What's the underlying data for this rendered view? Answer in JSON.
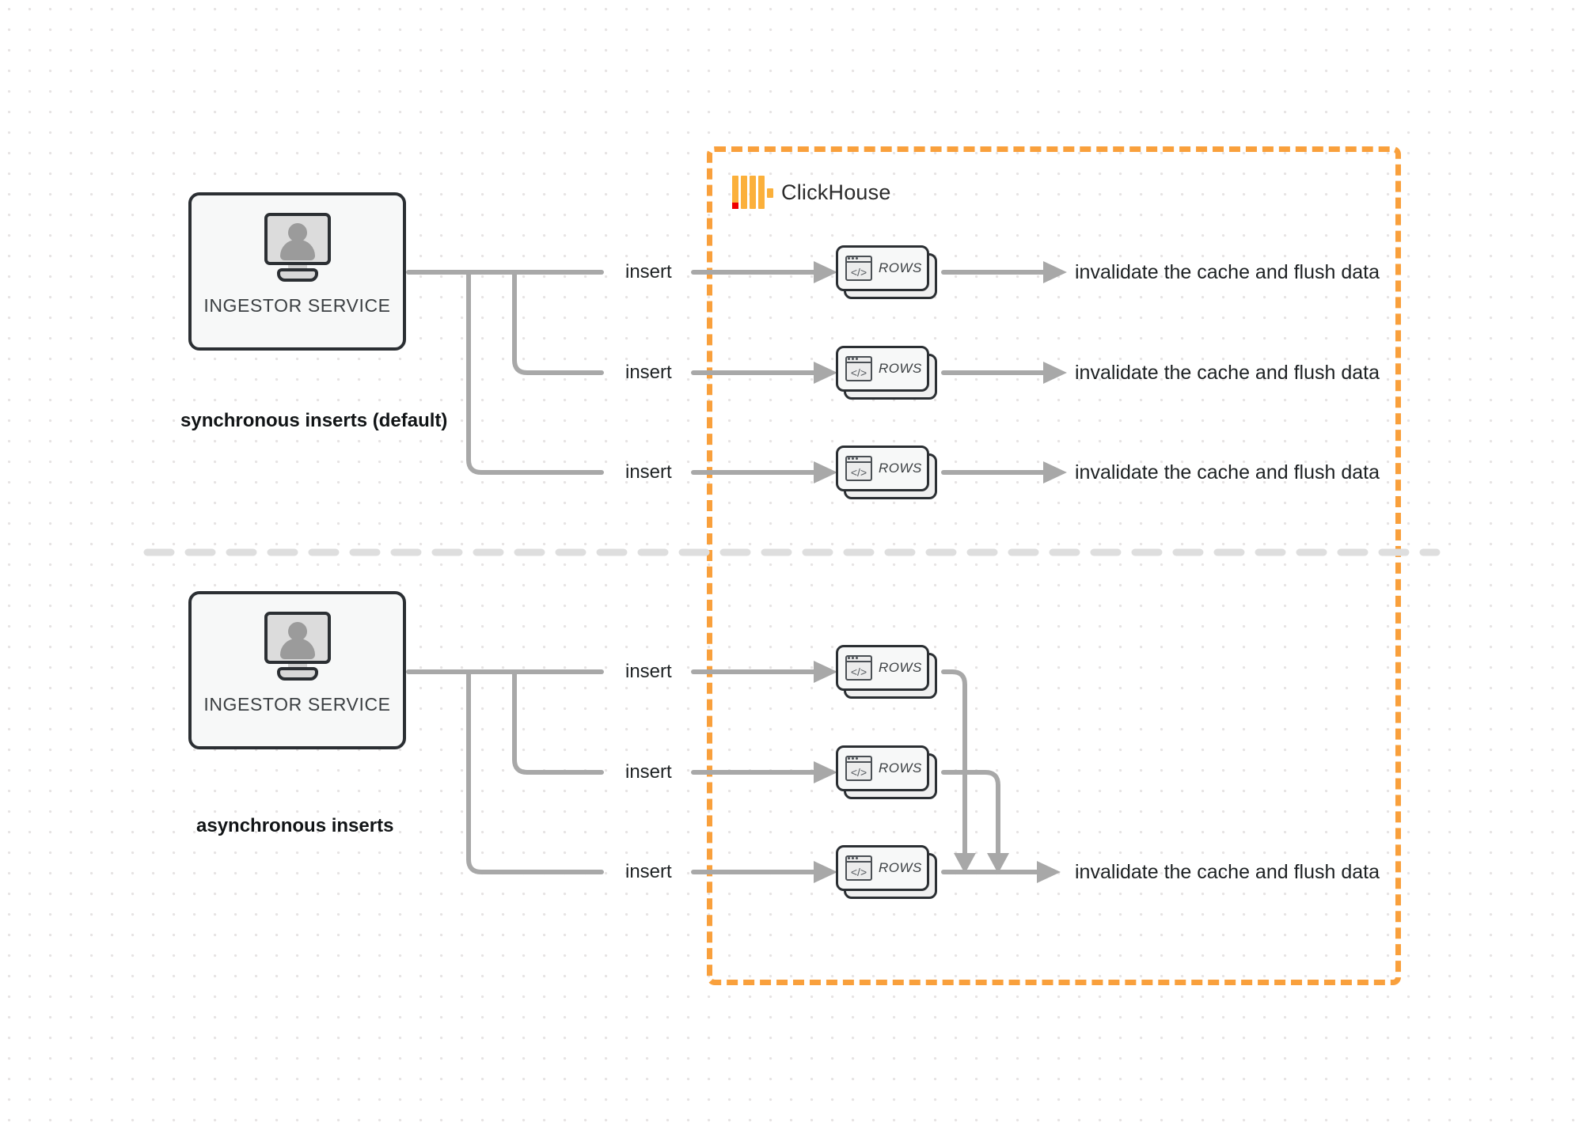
{
  "diagram": {
    "title": "ClickHouse synchronous vs asynchronous inserts",
    "background": "#ffffff",
    "accent_orange": "#f9a03c",
    "connector_gray": "#a8a8a8",
    "node_border": "#2b2f33"
  },
  "clickhouse": {
    "label": "ClickHouse",
    "logo_name": "clickhouse-logo"
  },
  "sections": [
    {
      "id": "sync",
      "caption": "synchronous inserts (default)",
      "service_label": "INGESTOR SERVICE",
      "edges": [
        {
          "label": "insert",
          "rows_label": "ROWS",
          "sink": "invalidate the cache and flush data"
        },
        {
          "label": "insert",
          "rows_label": "ROWS",
          "sink": "invalidate the cache and flush data"
        },
        {
          "label": "insert",
          "rows_label": "ROWS",
          "sink": "invalidate the cache and flush data"
        }
      ]
    },
    {
      "id": "async",
      "caption": "asynchronous inserts",
      "service_label": "INGESTOR SERVICE",
      "edges": [
        {
          "label": "insert",
          "rows_label": "ROWS"
        },
        {
          "label": "insert",
          "rows_label": "ROWS"
        },
        {
          "label": "insert",
          "rows_label": "ROWS"
        }
      ],
      "sink": "invalidate the cache and flush data"
    }
  ],
  "icons": {
    "code_window": "</>",
    "user_monitor": "monitor-user-icon"
  }
}
